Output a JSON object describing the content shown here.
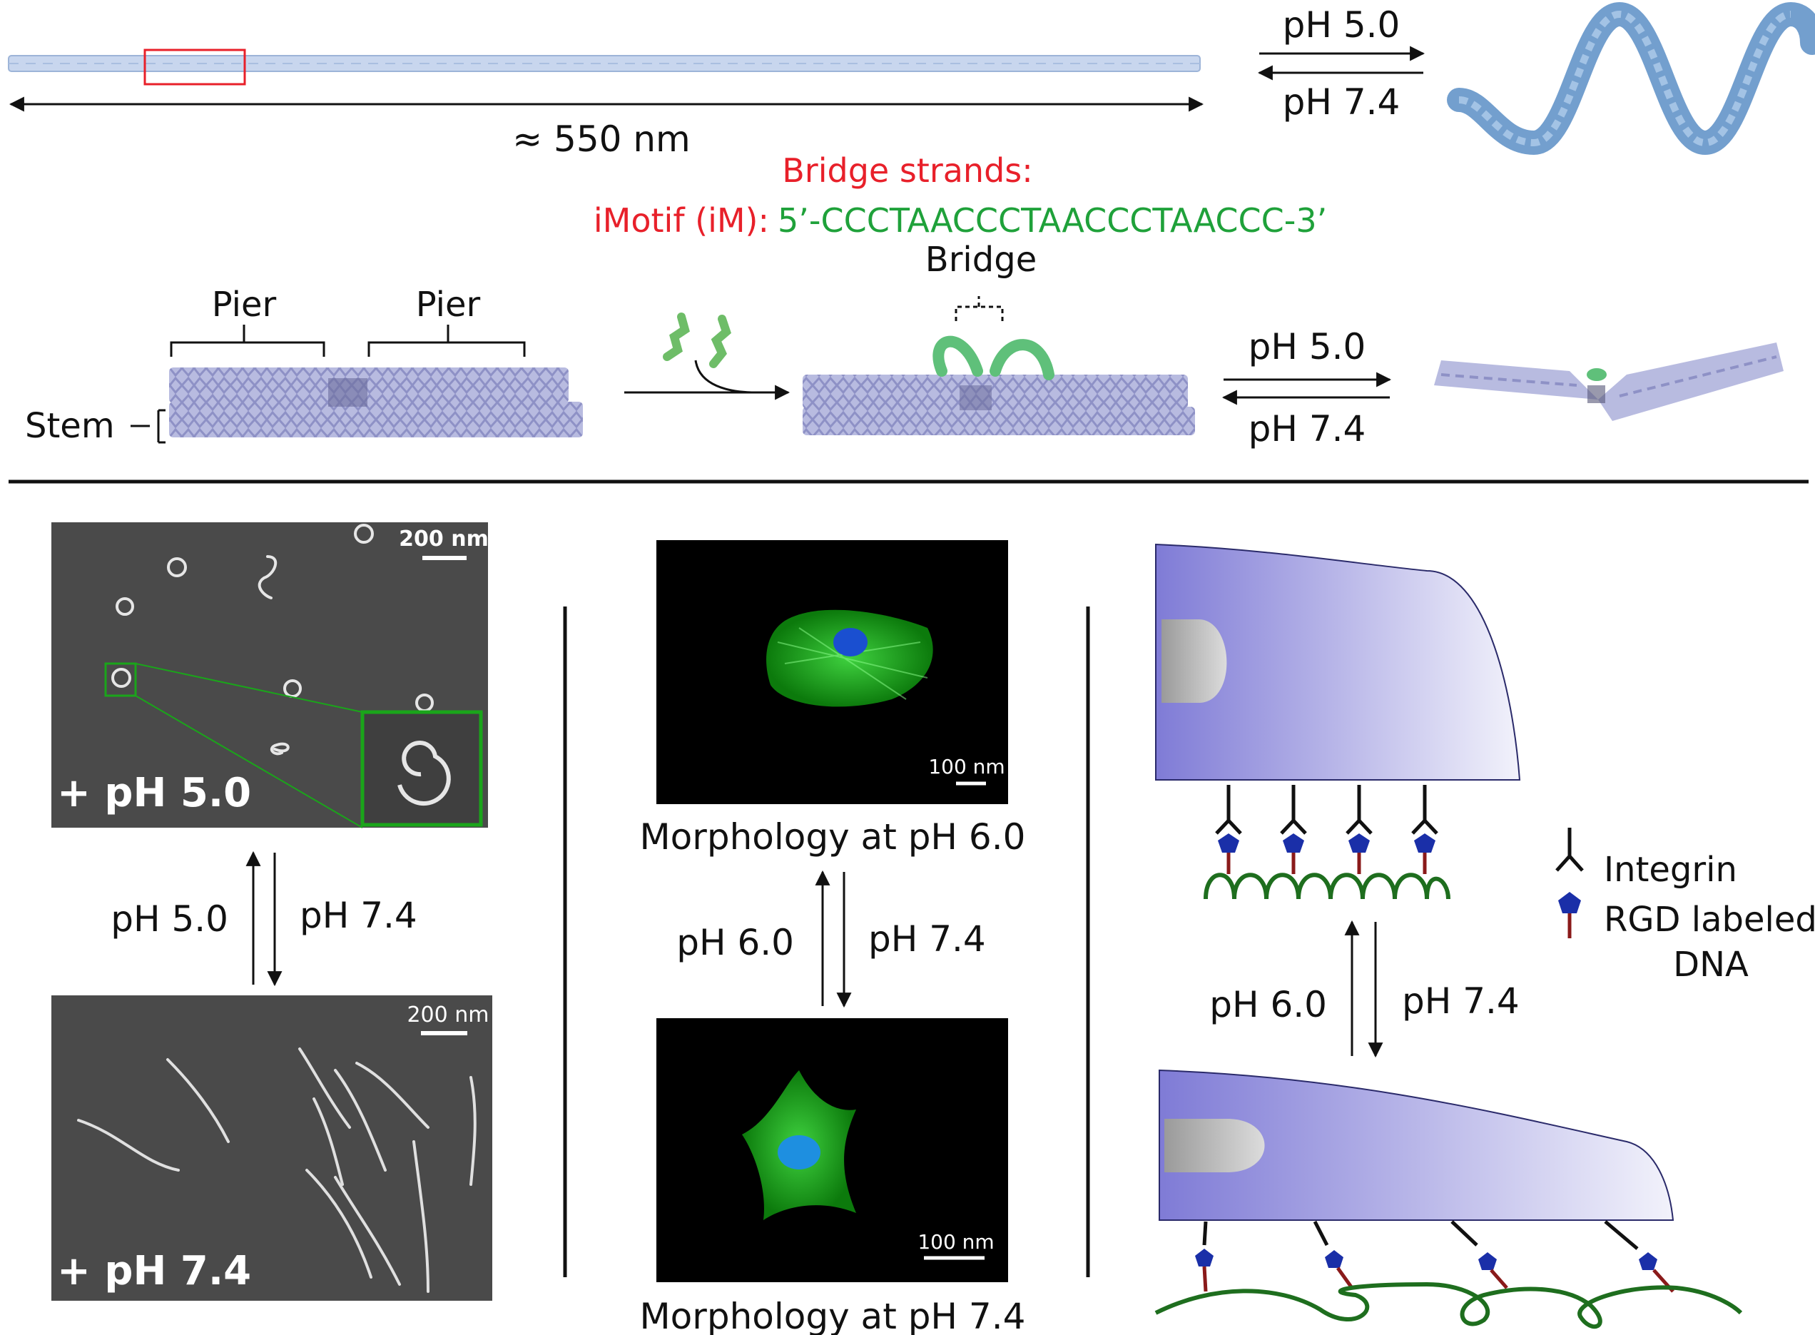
{
  "top": {
    "length_label": "≈ 550 nm",
    "ph_forward": "pH 5.0",
    "ph_reverse": "pH 7.4"
  },
  "bridge": {
    "heading": "Bridge strands:",
    "motif_label": "iMotif (iM):",
    "sequence": "5’-CCCTAACCCTAACCCTAACCC-3’"
  },
  "schematic": {
    "pier1": "Pier",
    "pier2": "Pier",
    "stem": "Stem",
    "bridge": "Bridge",
    "ph_forward": "pH 5.0",
    "ph_reverse": "pH 7.4"
  },
  "afm": {
    "top_scale": "200 nm",
    "top_label": "+ pH 5.0",
    "bottom_scale": "200 nm",
    "bottom_label": "+ pH 7.4",
    "arrow_left": "pH 5.0",
    "arrow_right": "pH 7.4"
  },
  "cells": {
    "top_scale": "100 nm",
    "top_caption": "Morphology at pH 6.0",
    "bottom_scale": "100 nm",
    "bottom_caption": "Morphology at pH 7.4",
    "arrow_left": "pH 6.0",
    "arrow_right": "pH 7.4"
  },
  "model": {
    "legend_integrin": "Integrin",
    "legend_rgd_line1": "RGD labeled",
    "legend_rgd_line2": "DNA",
    "arrow_left": "pH 6.0",
    "arrow_right": "pH 7.4"
  },
  "colors": {
    "red": "#e8202a",
    "green": "#1fa13a",
    "origami": "#a9abd6",
    "dna_green": "#1e6e1e",
    "cell_purple": "#8a86d8"
  }
}
